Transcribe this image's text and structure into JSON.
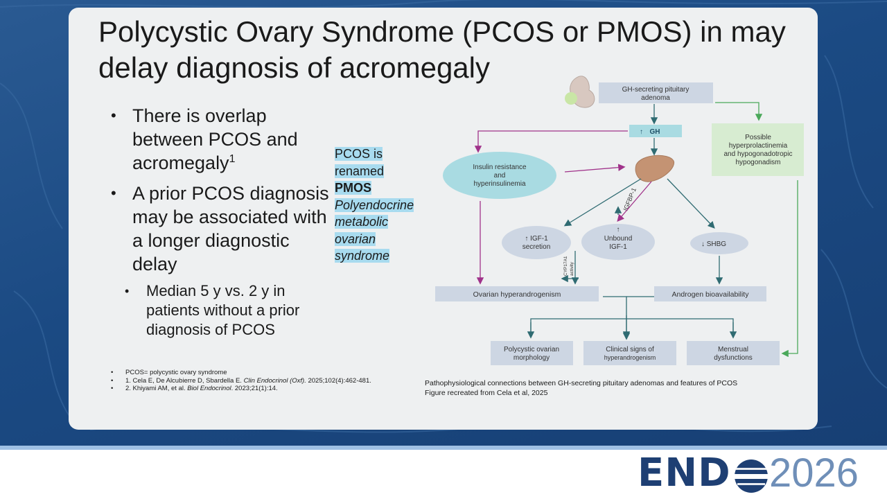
{
  "slide": {
    "title": "Polycystic Ovary Syndrome (PCOS or PMOS) in may delay diagnosis of acromegaly",
    "bullets": {
      "b1": "There is overlap between PCOS and acromegaly",
      "b1_sup": "1",
      "b2": "A prior PCOS diagnosis may be associated with a longer diagnostic delay",
      "b2_sub": "Median 5 y vs. 2 y in patients without a prior diagnosis of PCOS"
    },
    "highlight": {
      "line1": "PCOS is",
      "line2": "renamed",
      "line3": "PMOS",
      "line4": "Polyendocrine",
      "line5": "metabolic",
      "line6": "ovarian",
      "line7": "syndrome"
    },
    "references": {
      "r0": "PCOS= polycystic ovary syndrome",
      "r1_pre": "1. Cela E, De Alcubierre D, Sbardella E. ",
      "r1_journal": "Clin Endocrinol (Oxf).",
      "r1_post": " 2025;102(4):462-481.",
      "r2_pre": "2. Khiyami AM, et al. ",
      "r2_journal": "Biol Endocrinol",
      "r2_post": ". 2023;21(1):14."
    },
    "caption": {
      "line1": "Pathophysiological connections between GH-secreting pituitary adenomas and features of PCOS",
      "line2": "Figure recreated from Cela et al, 2025"
    }
  },
  "diagram": {
    "gh_adenoma_1": "GH-secreting pituitary",
    "gh_adenoma_2": "adenoma",
    "gh": "GH",
    "gh_arrow": "↑",
    "hyperprl_1": "Possible",
    "hyperprl_2": "hyperprolactinemia",
    "hyperprl_3": "and hypogonadotropic",
    "hyperprl_4": "hypogonadism",
    "insulin_1": "Insulin resistance",
    "insulin_2": "and",
    "insulin_3": "hyperinsulinemia",
    "igfbp1": "IGFBP-1",
    "igf1_1": "↑ IGF-1",
    "igf1_2": "secretion",
    "unbound_arrow": "↑",
    "unbound_1": "Unbound",
    "unbound_2": "IGF-1",
    "shbg": "↓ SHBG",
    "cyp_1": "CYP17A1",
    "cyp_2": "activity",
    "ovarian_hyperandrogenism": "Ovarian hyperandrogenism",
    "androgen_bio": "Androgen bioavailability",
    "pco_1": "Polycystic ovarian",
    "pco_2": "morphology",
    "clinical_1": "Clinical signs of",
    "clinical_2": "hyperandrogenism",
    "menstrual_1": "Menstrual",
    "menstrual_2": "dysfunctions"
  },
  "logo": {
    "word": "END",
    "year": "2026"
  },
  "colors": {
    "background": "#1b4a83",
    "card": "#eef0f1",
    "box": "#cdd6e3",
    "teal_ellipse": "#a9dbe2",
    "green_box": "#d7ecd1",
    "teal_arrow": "#2f6b72",
    "magenta_arrow": "#a0328a",
    "green_arrow": "#4aa85a",
    "highlight": "#a8dbef",
    "logo_navy": "#1e3f73",
    "logo_light": "#6f8fb8"
  }
}
